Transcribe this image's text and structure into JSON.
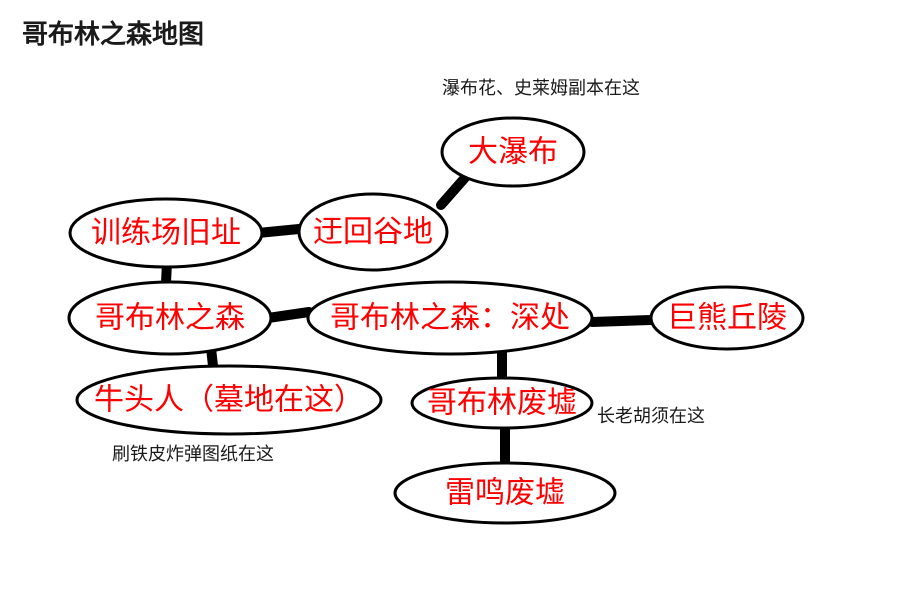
{
  "title": "哥布林之森地图",
  "nodes": [
    {
      "id": "waterfall",
      "label": "大瀑布"
    },
    {
      "id": "training",
      "label": "训练场旧址"
    },
    {
      "id": "valley",
      "label": "迂回谷地"
    },
    {
      "id": "forest",
      "label": "哥布林之森"
    },
    {
      "id": "deep",
      "label": "哥布林之森：深处"
    },
    {
      "id": "bearhill",
      "label": "巨熊丘陵"
    },
    {
      "id": "minotaur",
      "label": "牛头人（墓地在这）"
    },
    {
      "id": "ruins",
      "label": "哥布林废墟"
    },
    {
      "id": "thunder",
      "label": "雷鸣废墟"
    }
  ],
  "edges": [
    {
      "from": "valley",
      "to": "waterfall"
    },
    {
      "from": "training",
      "to": "valley"
    },
    {
      "from": "training",
      "to": "forest"
    },
    {
      "from": "forest",
      "to": "deep"
    },
    {
      "from": "forest",
      "to": "minotaur"
    },
    {
      "from": "deep",
      "to": "bearhill"
    },
    {
      "from": "deep",
      "to": "ruins"
    },
    {
      "from": "ruins",
      "to": "thunder"
    }
  ],
  "notes": {
    "waterfall": "瀑布花、史莱姆副本在这",
    "minotaur": "刷铁皮炸弹图纸在这",
    "ruins": "长老胡须在这"
  }
}
